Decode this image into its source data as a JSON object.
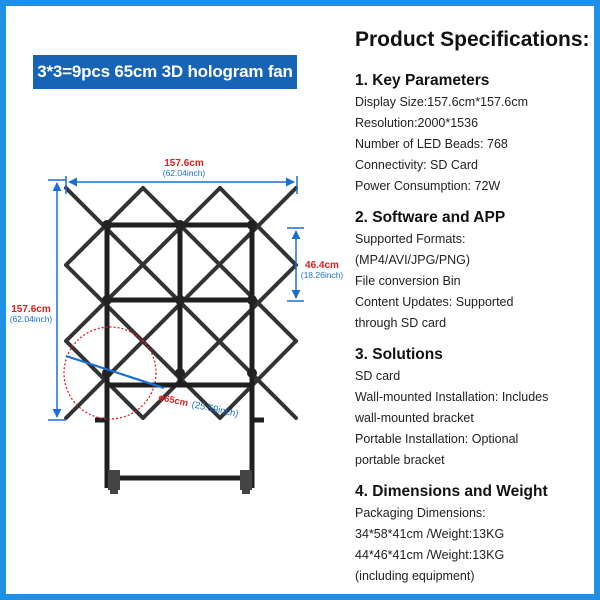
{
  "banner": {
    "title": "3*3=9pcs 65cm 3D hologram fan"
  },
  "diagram": {
    "width_label": "157.6cm",
    "width_label_inch": "(62.04inch)",
    "height_label": "157.6cm",
    "height_label_inch": "(62.04inch)",
    "unit_label": "46.4cm",
    "unit_label_inch": "(18.26inch)",
    "fan_label": "ø65cm",
    "fan_label_inch": "(25.59inch)",
    "dimension_color": "#1a6fd6",
    "accent_color": "#e01e1e"
  },
  "specs": {
    "title": "Product Specifications:",
    "sections": [
      {
        "title": "1. Key Parameters",
        "lines": [
          "Display Size:157.6cm*157.6cm",
          "Resolution:2000*1536",
          "Number of LED Beads: 768",
          "Connectivity: SD Card",
          "Power Consumption: 72W"
        ]
      },
      {
        "title": "2. Software and APP",
        "lines": [
          "Supported Formats:",
          "(MP4/AVI/JPG/PNG)",
          "File conversion Bin",
          "Content Updates: Supported",
          "through SD card"
        ]
      },
      {
        "title": "3. Solutions",
        "lines": [
          "SD card",
          "Wall-mounted Installation: Includes",
          "wall-mounted bracket",
          "Portable Installation: Optional",
          "portable bracket"
        ]
      },
      {
        "title": "4. Dimensions and Weight",
        "lines": [
          "Packaging Dimensions:",
          "34*58*41cm /Weight:13KG",
          "44*46*41cm /Weight:13KG",
          "(including equipment)"
        ]
      }
    ]
  }
}
